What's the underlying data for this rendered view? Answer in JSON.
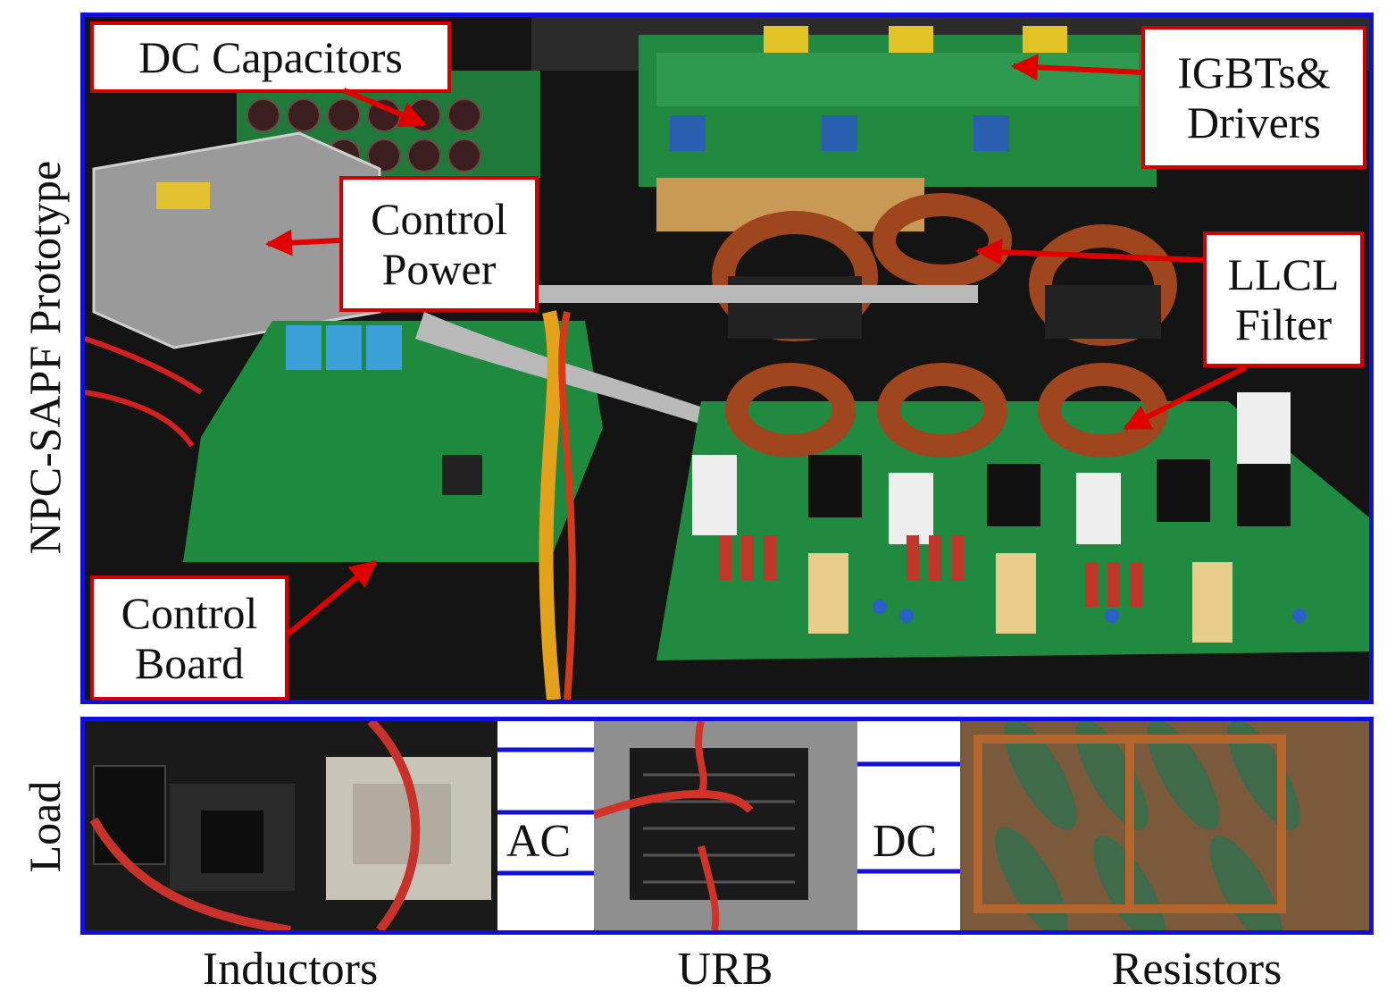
{
  "side_labels": {
    "prototype": "NPC-SAPF Prototype",
    "load": "Load"
  },
  "callouts": {
    "dc_capacitors": "DC Capacitors",
    "igbts_line1": "IGBTs&",
    "igbts_line2": "Drivers",
    "control_power_line1": "Control",
    "control_power_line2": "Power",
    "llcl_line1": "LLCL",
    "llcl_line2": "Filter",
    "control_board_line1": "Control",
    "control_board_line2": "Board"
  },
  "load_panel": {
    "ac": "AC",
    "dc": "DC"
  },
  "bottom_labels": {
    "inductors": "Inductors",
    "urb": "URB",
    "resistors": "Resistors"
  },
  "colors": {
    "panel_border": "#1010d8",
    "callout_border": "#d40000",
    "arrow": "#e00000",
    "bus_line": "#1010d8"
  }
}
